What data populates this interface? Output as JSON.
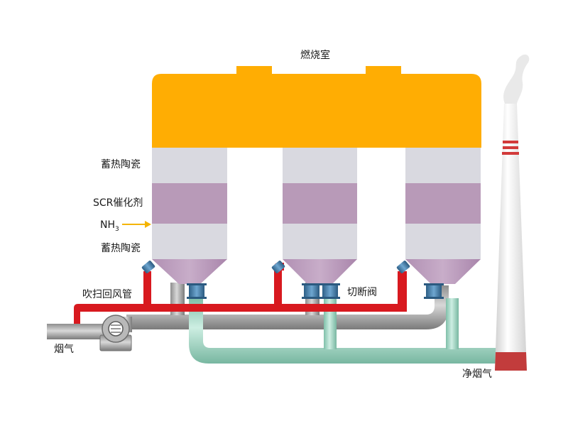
{
  "labels": {
    "combustion_chamber": "燃烧室",
    "regen_ceramic_top": "蓄热陶瓷",
    "scr_catalyst": "SCR催化剂",
    "nh3_base": "NH",
    "nh3_sub": "3",
    "regen_ceramic_bottom": "蓄热陶瓷",
    "purge_duct": "吹扫回风管",
    "shutoff_valve": "切断阀",
    "flue_gas": "烟气",
    "clean_flue_gas": "净烟气"
  },
  "colors": {
    "chamber": "#ffad03",
    "ceramic": "#d9d9e0",
    "catalyst": "#b89ab8",
    "flue_pipe": "#a9a9a9",
    "clean_pipe": "#a3d3c2",
    "purge_pipe": "#d8191f",
    "valve": "#3d7ca9",
    "nh3_arrow": "#f4b400",
    "stack_band": "#d23a3a"
  },
  "icons": {
    "fan": "centrifugal-fan-icon",
    "valve": "butterfly-valve-icon",
    "stack": "chimney-icon",
    "smoke": "smoke-plume-icon"
  }
}
